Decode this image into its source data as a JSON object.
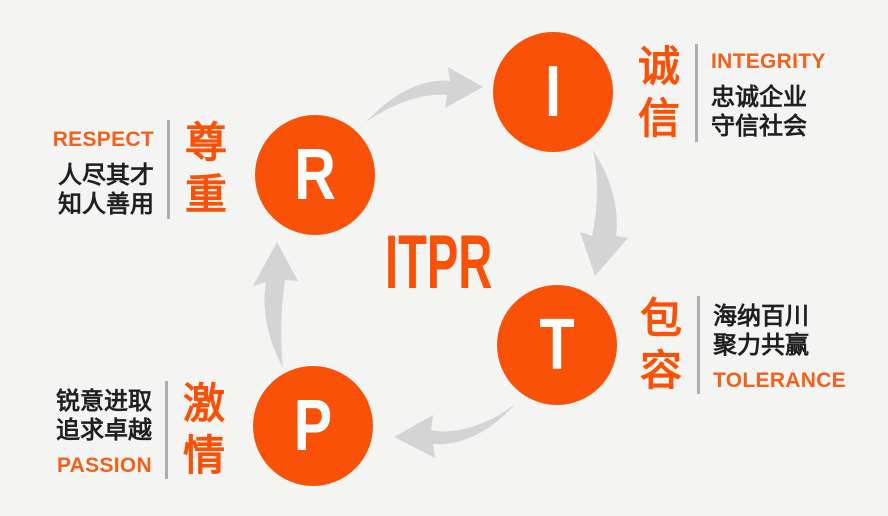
{
  "title": "ITPR",
  "colors": {
    "background": "#f4f4f2",
    "accent_orange": "#f95107",
    "caption_orange": "#f2611c",
    "arrow_gray": "#d4d4d4",
    "divider_gray": "#adadad",
    "text_black": "#1f1f1f",
    "circle_letter_white": "#ffffff"
  },
  "nodes": {
    "integrity": {
      "letter": "I",
      "zh": [
        "诚",
        "信"
      ],
      "english": "INTEGRITY",
      "desc": [
        "忠诚企业",
        "守信社会"
      ]
    },
    "tolerance": {
      "letter": "T",
      "zh": [
        "包",
        "容"
      ],
      "english": "TOLERANCE",
      "desc": [
        "海纳百川",
        "聚力共赢"
      ]
    },
    "passion": {
      "letter": "P",
      "zh": [
        "激",
        "情"
      ],
      "english": "PASSION",
      "desc": [
        "锐意进取",
        "追求卓越"
      ]
    },
    "respect": {
      "letter": "R",
      "zh": [
        "尊",
        "重"
      ],
      "english": "RESPECT",
      "desc": [
        "人尽其才",
        "知人善用"
      ]
    }
  },
  "arrows": [
    {
      "icon": "curved-arrow-icon",
      "from": "R",
      "to": "I"
    },
    {
      "icon": "curved-arrow-icon",
      "from": "I",
      "to": "T"
    },
    {
      "icon": "curved-arrow-icon",
      "from": "T",
      "to": "P"
    },
    {
      "icon": "curved-arrow-icon",
      "from": "P",
      "to": "R"
    }
  ]
}
